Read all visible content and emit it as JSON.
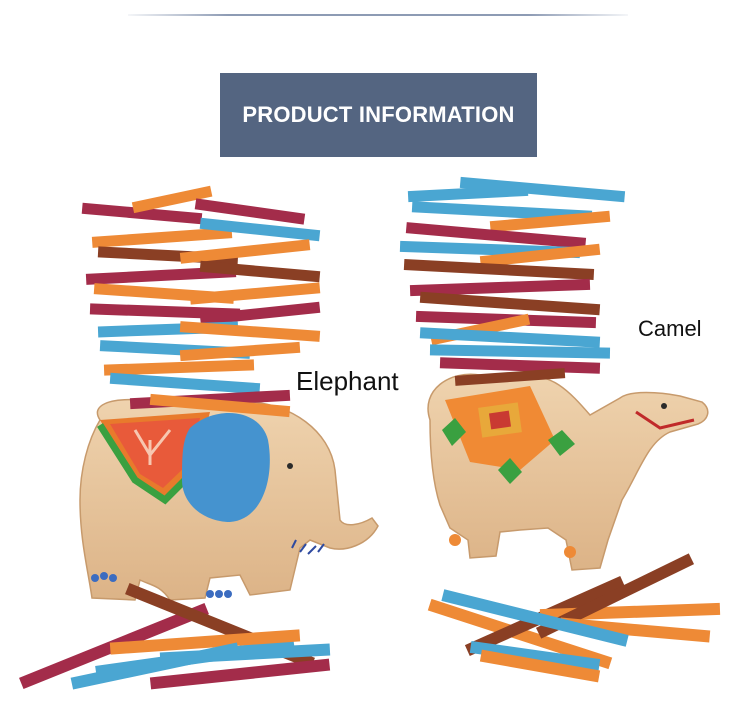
{
  "header": {
    "banner_text": "PRODUCT INFORMATION"
  },
  "photo": {
    "labels": {
      "elephant": "Elephant",
      "camel": "Camel"
    },
    "colors": {
      "banner": "#546581",
      "wood": "#e9c9a2",
      "stick_red": "#a32c4a",
      "stick_orange": "#ee8a36",
      "stick_blue": "#4aa6d2",
      "stick_brown": "#8a3f24"
    }
  }
}
